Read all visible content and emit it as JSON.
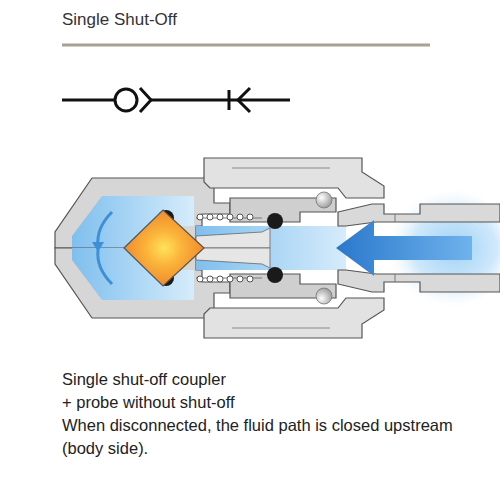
{
  "diagram": {
    "title": "Single Shut-Off",
    "labels": [
      "Single shut-off coupler",
      "+ probe without shut-off",
      "When disconnected, the fluid path is closed upstream (body side)."
    ]
  }
}
